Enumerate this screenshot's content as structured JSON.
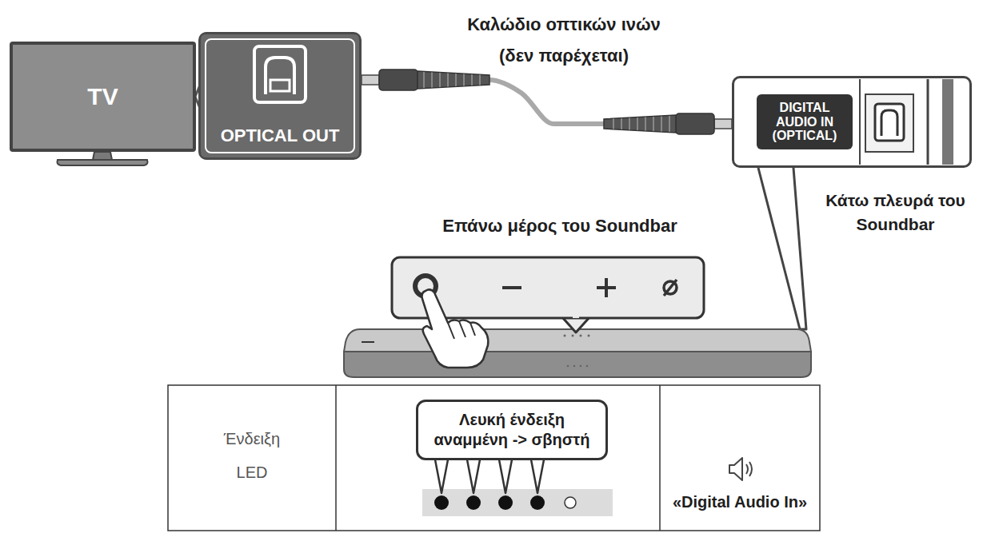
{
  "diagram": {
    "nodes": [
      {
        "text": [
          "TV"
        ]
      },
      {
        "text": [
          "OPTICAL OUT"
        ]
      },
      {
        "text": [
          "DIGITAL AUDIO IN (OPTICAL)"
        ]
      },
      {
        "text": [
          "Λευκή ένδειξη αναμμένη -> σβηστή"
        ]
      }
    ],
    "edges": [
      {
        "from": 1,
        "to": 2,
        "arrow": "none",
        "label": "Καλώδιο οπτικών ινών (δεν παρέχεται)"
      }
    ],
    "labels": [
      "Επάνω μέρος του Soundbar",
      "Κάτω πλευρά του Soundbar",
      "Ένδειξη LED",
      "«Digital Audio In»"
    ]
  }
}
